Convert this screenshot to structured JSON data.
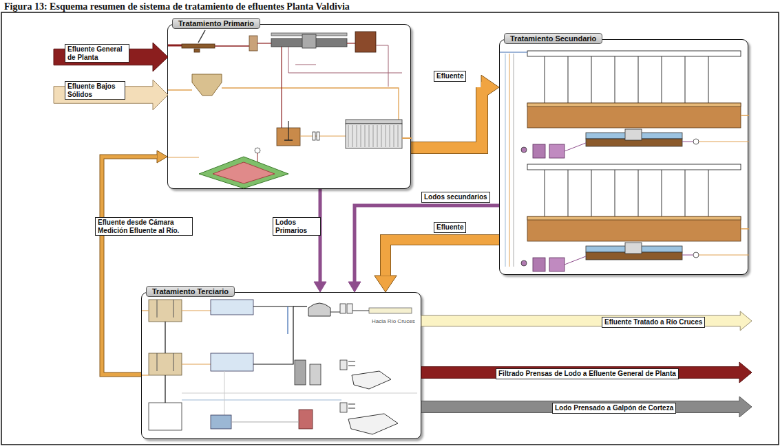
{
  "diagram": {
    "title": "Figura 13: Esquema resumen de sistema de tratamiento de efluentes Planta Valdivia",
    "nodes": [
      {
        "text": [
          "Tratamiento Primario"
        ]
      },
      {
        "text": [
          "Tratamiento Secundario"
        ]
      },
      {
        "text": [
          "Tratamiento Terciario"
        ]
      },
      {
        "text": [
          "Efluente General de Planta"
        ]
      },
      {
        "text": [
          "Efluente Bajos Sólidos"
        ]
      },
      {
        "text": [
          "Efluente Tratado a Río Cruces"
        ]
      },
      {
        "text": [
          "Filtrado Prensas de Lodo a Efluente General de Planta"
        ]
      },
      {
        "text": [
          "Lodo Prensado a Galpón de Corteza"
        ]
      }
    ],
    "edges": [
      {
        "from": 0,
        "to": 1,
        "label": "Efluente",
        "arrow": "to"
      },
      {
        "from": 0,
        "to": 2,
        "label": "Lodos Primarios",
        "arrow": "to"
      },
      {
        "from": 1,
        "to": 2,
        "label": "Lodos secundarios",
        "arrow": "to"
      },
      {
        "from": 1,
        "to": 2,
        "label": "Efluente",
        "arrow": "to"
      },
      {
        "from": 2,
        "to": 0,
        "label": "Efluente desde Cámara Medición Efluente al Río.",
        "arrow": "to"
      }
    ],
    "labels": [
      "Hacia Río Cruces"
    ]
  }
}
